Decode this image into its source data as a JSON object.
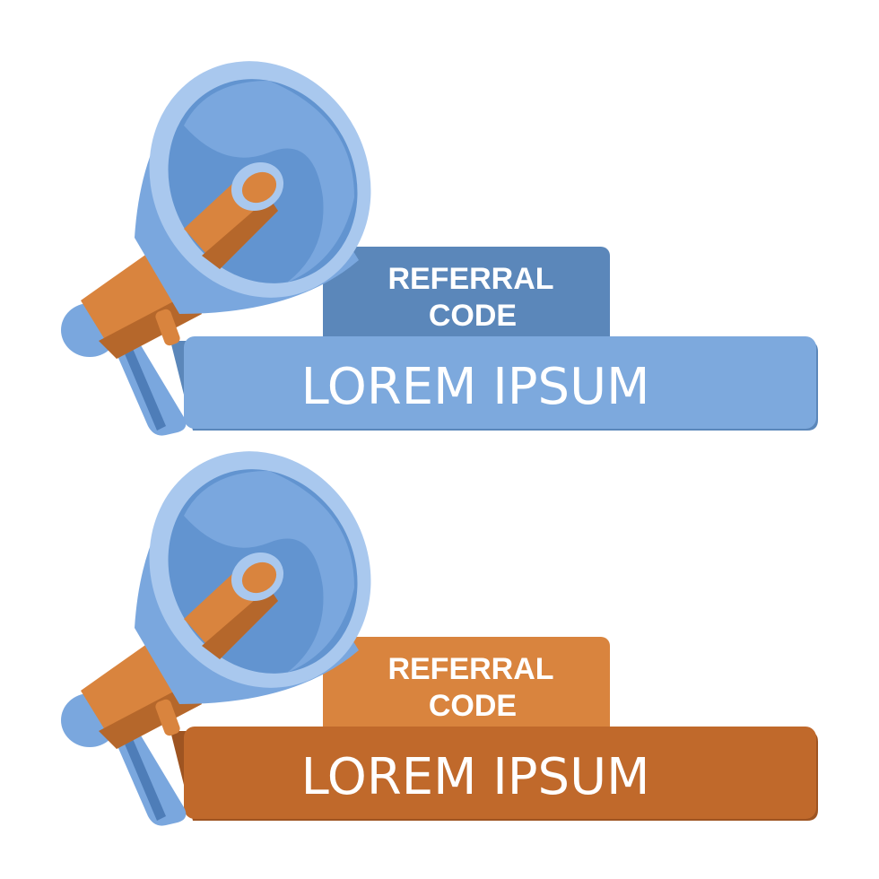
{
  "banners": [
    {
      "label_line1": "REFERRAL",
      "label_line2": "CODE",
      "code": "LOREM IPSUM",
      "theme": "blue",
      "colors": {
        "label_bg": "#5B87BA",
        "code_bg": "#7DA9DD",
        "code_shadow": "#5B87BA"
      }
    },
    {
      "label_line1": "REFERRAL",
      "label_line2": "CODE",
      "code": "LOREM IPSUM",
      "theme": "orange",
      "colors": {
        "label_bg": "#D9843E",
        "code_bg": "#C0692B",
        "code_shadow": "#9E5421"
      }
    }
  ],
  "megaphone_colors": {
    "horn_outer": "#7AA7DE",
    "horn_rim": "#A9C8EE",
    "horn_inner": "#6294D0",
    "horn_dark": "#4E7DB8",
    "handle": "#D9843E",
    "handle_dark": "#B5672B",
    "mouthpiece_ring": "#A9C8EE"
  },
  "icons": [
    "megaphone-icon",
    "megaphone-icon"
  ]
}
